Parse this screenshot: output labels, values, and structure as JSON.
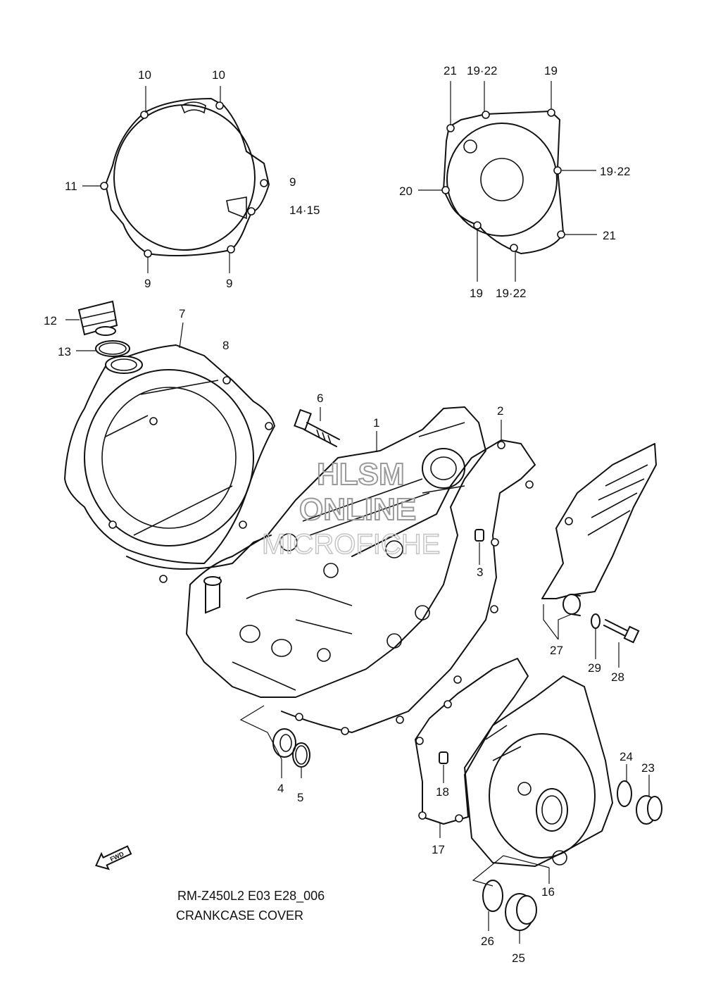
{
  "callouts": {
    "c1": "1",
    "c2": "2",
    "c3": "3",
    "c4": "4",
    "c5": "5",
    "c6": "6",
    "c7": "7",
    "c8": "8",
    "c9a": "9",
    "c9b": "9",
    "c9c": "9",
    "c10a": "10",
    "c10b": "10",
    "c11": "11",
    "c12": "12",
    "c13": "13",
    "c1415": "14·15",
    "c16": "16",
    "c17": "17",
    "c18": "18",
    "c19a": "19",
    "c19b": "19",
    "c1922a": "19·22",
    "c1922b": "19·22",
    "c1922c": "19·22",
    "c20": "20",
    "c21a": "21",
    "c21b": "21",
    "c23": "23",
    "c24": "24",
    "c25": "25",
    "c26": "26",
    "c27": "27",
    "c28": "28",
    "c29": "29"
  },
  "watermark": {
    "line1": "HLSM",
    "line2": "ONLINE",
    "line3": "MICROFICHE"
  },
  "forward_arrow_label": "FWD",
  "caption": {
    "code": "RM-Z450L2 E03 E28_006",
    "title": "CRANKCASE COVER"
  }
}
